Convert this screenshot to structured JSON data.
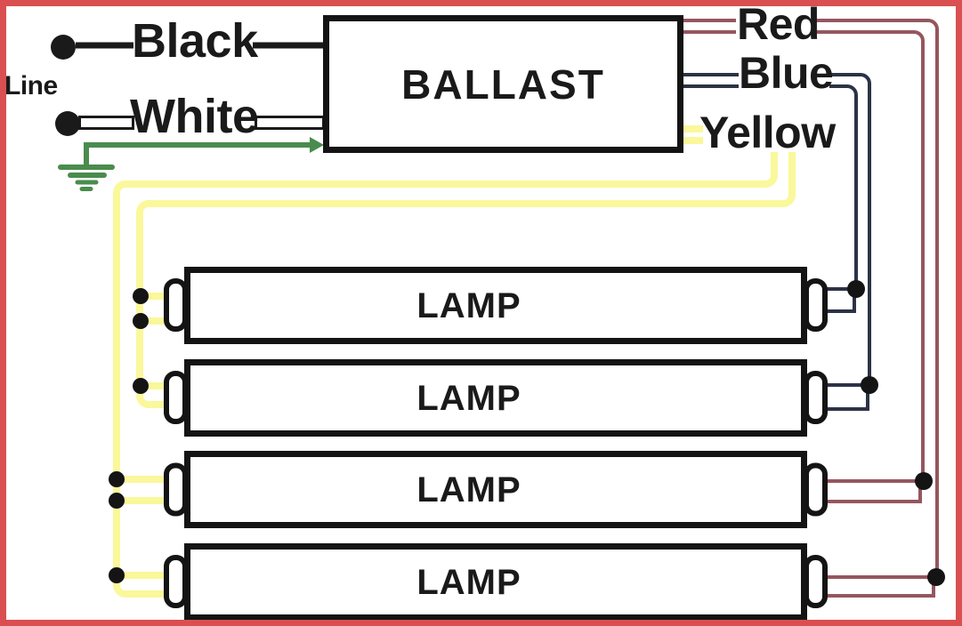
{
  "diagram": {
    "ballast_label": "BALLAST",
    "line_label": "Line",
    "wire_labels": {
      "black": "Black",
      "white": "White",
      "red": "Red",
      "blue": "Blue",
      "yellow": "Yellow"
    },
    "lamps": [
      {
        "label": "LAMP"
      },
      {
        "label": "LAMP"
      },
      {
        "label": "LAMP"
      },
      {
        "label": "LAMP"
      }
    ],
    "colors": {
      "frame_border": "#da4f4f",
      "box_border": "#141414",
      "label_text": "#1a1a1a",
      "wire_black": "#1a1a1a",
      "wire_white_fill": "#ffffff",
      "wire_green": "#4a8c4e",
      "wire_yellow": "#faf89b",
      "wire_red": "#95565e",
      "wire_blue": "#2c3347",
      "junction_dot": "#141414"
    }
  }
}
